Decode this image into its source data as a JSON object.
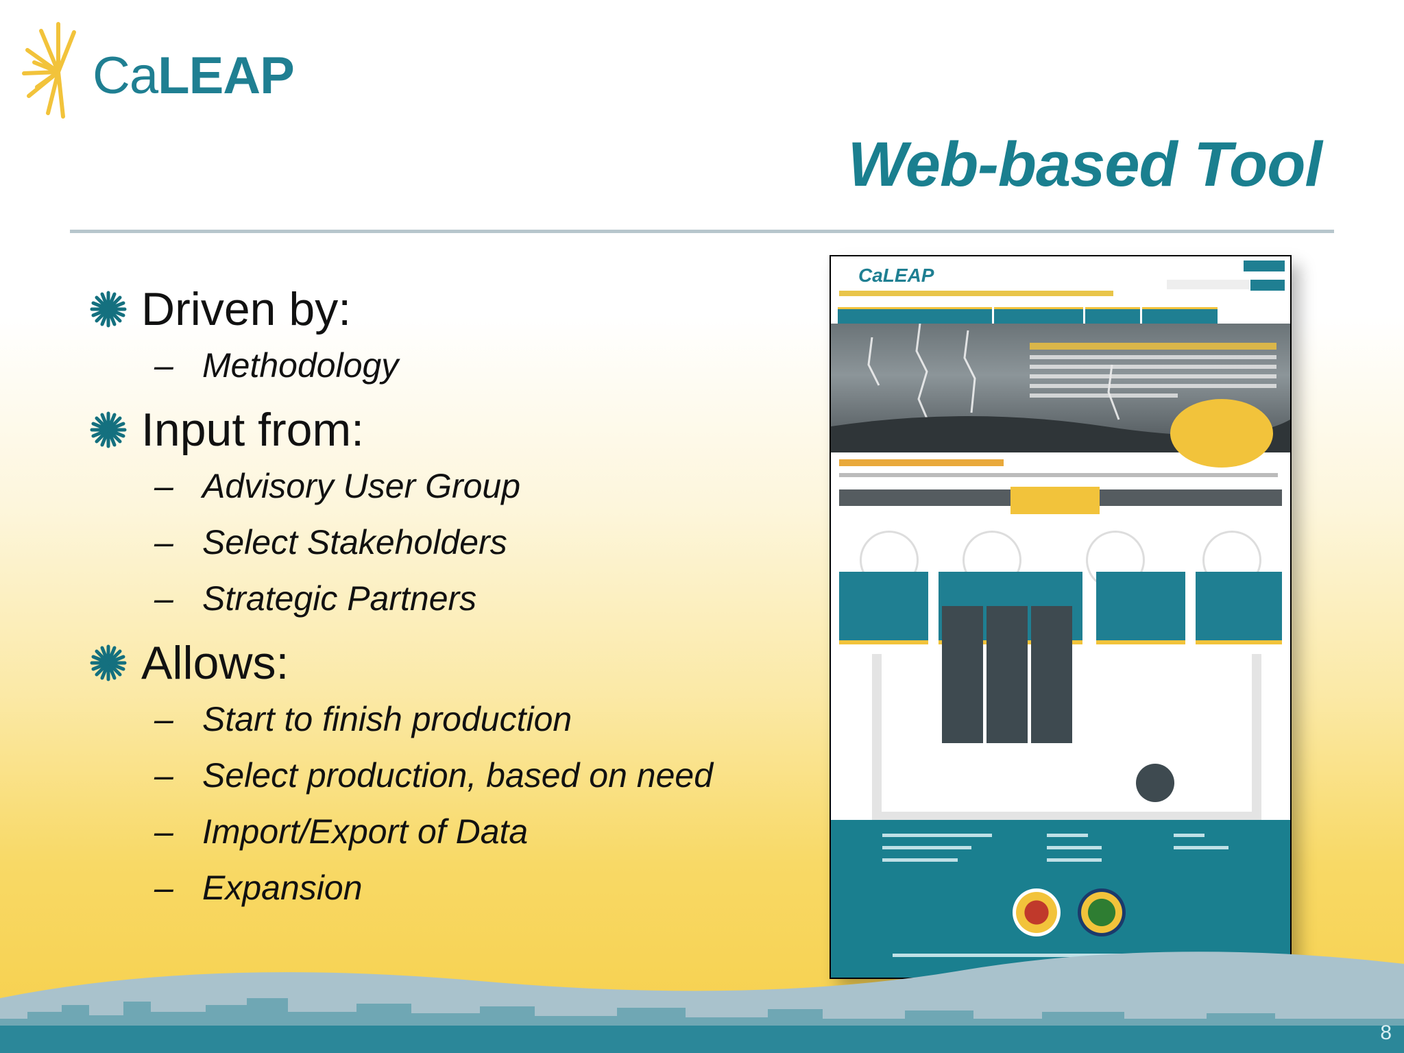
{
  "logo": {
    "ca": "Ca",
    "leap": "LEAP"
  },
  "title": "Web-based Tool",
  "sections": [
    {
      "heading": "Driven by:",
      "items": [
        "Methodology"
      ]
    },
    {
      "heading": "Input from:",
      "items": [
        "Advisory User Group",
        "Select Stakeholders",
        "Strategic Partners"
      ]
    },
    {
      "heading": "Allows:",
      "items": [
        "Start to finish production",
        "Select production, based on need",
        "Import/Export of Data",
        "Expansion"
      ]
    }
  ],
  "dash": "–",
  "page_number": "8",
  "screenshot": {
    "logo_text": "CaLEAP"
  },
  "colors": {
    "teal": "#1a7f8f",
    "gold": "#f2c33b",
    "slate": "#3e4a50"
  }
}
